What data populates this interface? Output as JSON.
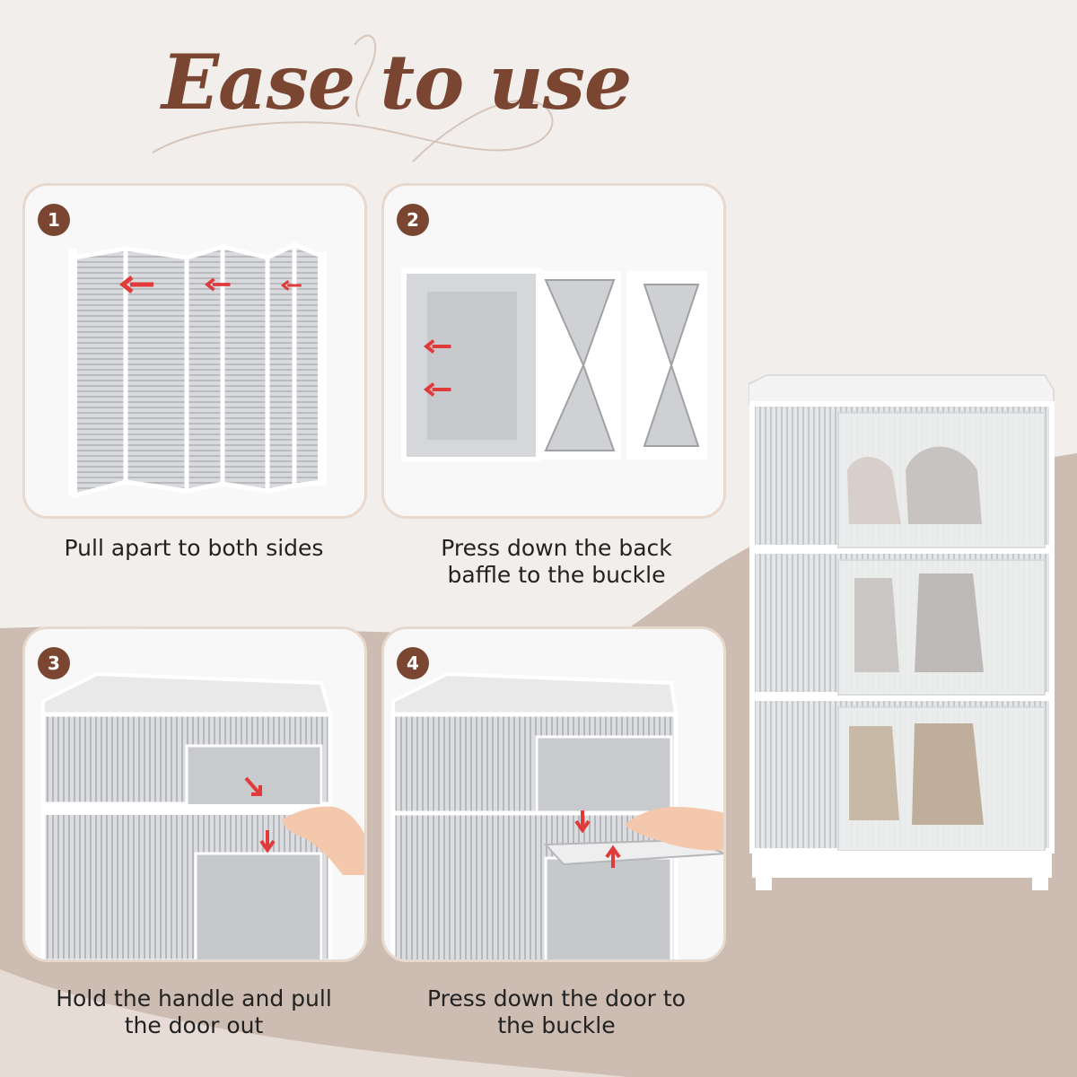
{
  "title": "Ease to use",
  "steps": [
    {
      "number": "1",
      "caption_line1": "Pull apart to both sides",
      "caption_line2": ""
    },
    {
      "number": "2",
      "caption_line1": "Press down the back",
      "caption_line2": "baffle to the buckle"
    },
    {
      "number": "3",
      "caption_line1": "Hold the handle and pull",
      "caption_line2": "the door out"
    },
    {
      "number": "4",
      "caption_line1": "Press down the door to",
      "caption_line2": "the buckle"
    }
  ],
  "colors": {
    "title": "#7b4631",
    "badge": "#7b4631",
    "background": "#f1eeec",
    "accent_shape": "#ccbcb1",
    "arrow": "#e03a3a"
  },
  "icons": [
    "arrow-left-icon",
    "arrow-down-icon",
    "arrow-up-icon",
    "hand-icon"
  ]
}
